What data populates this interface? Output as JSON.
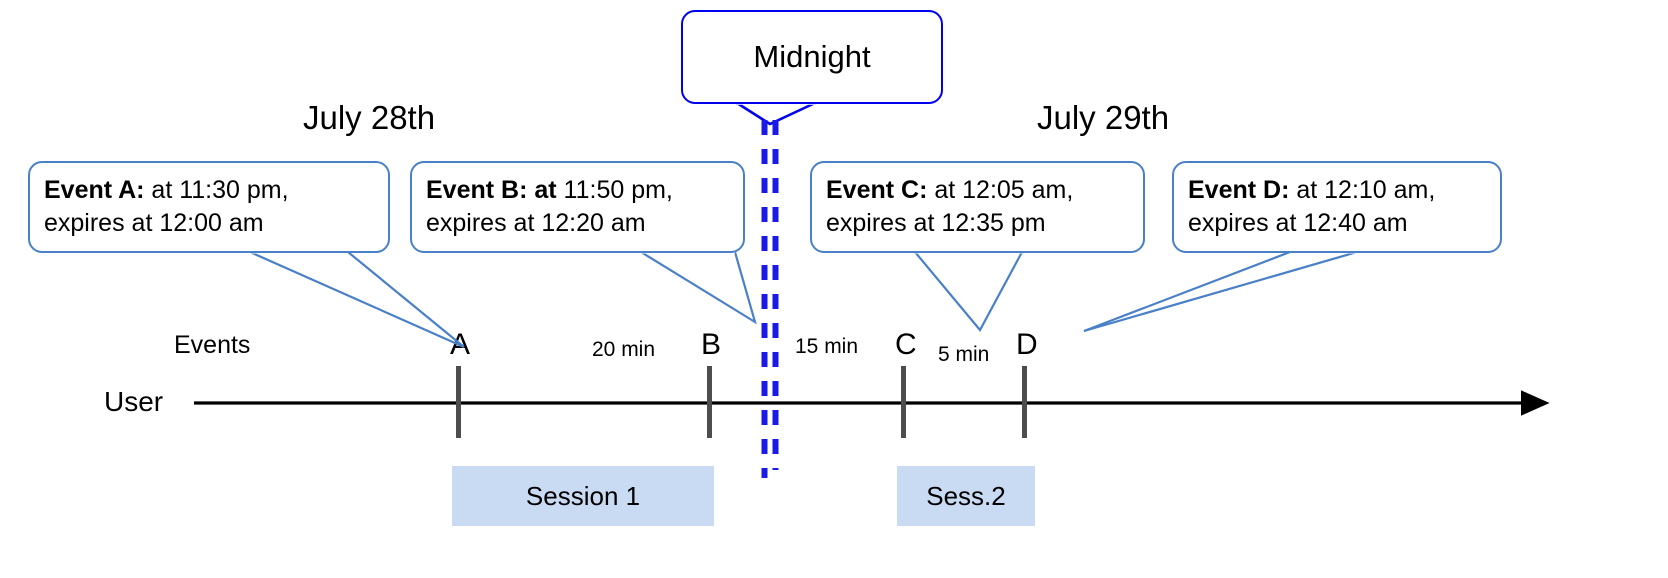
{
  "diagram": {
    "title": "Event expiry timeline across midnight",
    "dates": [
      {
        "label": "July 28th"
      },
      {
        "label": "July 29th"
      }
    ],
    "midnight": {
      "label": "Midnight"
    },
    "callouts": [
      {
        "id": "event-a",
        "bold": "Event A:",
        "rest": " at 11:30 pm,\nexpires at 12:00 am"
      },
      {
        "id": "event-b",
        "bold": "Event B: at",
        "rest": " 11:50 pm,\nexpires at 12:20 am"
      },
      {
        "id": "event-c",
        "bold": "Event C:",
        "rest": " at 12:05 am,\nexpires at 12:35 pm"
      },
      {
        "id": "event-d",
        "bold": "Event D:",
        "rest": "  at 12:10 am,\nexpires at 12:40 am"
      }
    ],
    "axis": {
      "row_label": "User",
      "events_label": "Events",
      "event_marks": [
        {
          "letter": "A"
        },
        {
          "letter": "B"
        },
        {
          "letter": "C"
        },
        {
          "letter": "D"
        }
      ],
      "gaps": [
        {
          "label": "20 min"
        },
        {
          "label": "15 min"
        },
        {
          "label": "5 min"
        }
      ]
    },
    "sessions": [
      {
        "label": "Session 1"
      },
      {
        "label": "Sess.2"
      }
    ],
    "colors": {
      "callout_border": "#4a80c8",
      "midnight_border": "#0000ee",
      "midnight_dash": "#1a1ae6",
      "session_fill": "#c9daf3",
      "axis": "#000000",
      "tick": "#4d4d4d"
    }
  }
}
